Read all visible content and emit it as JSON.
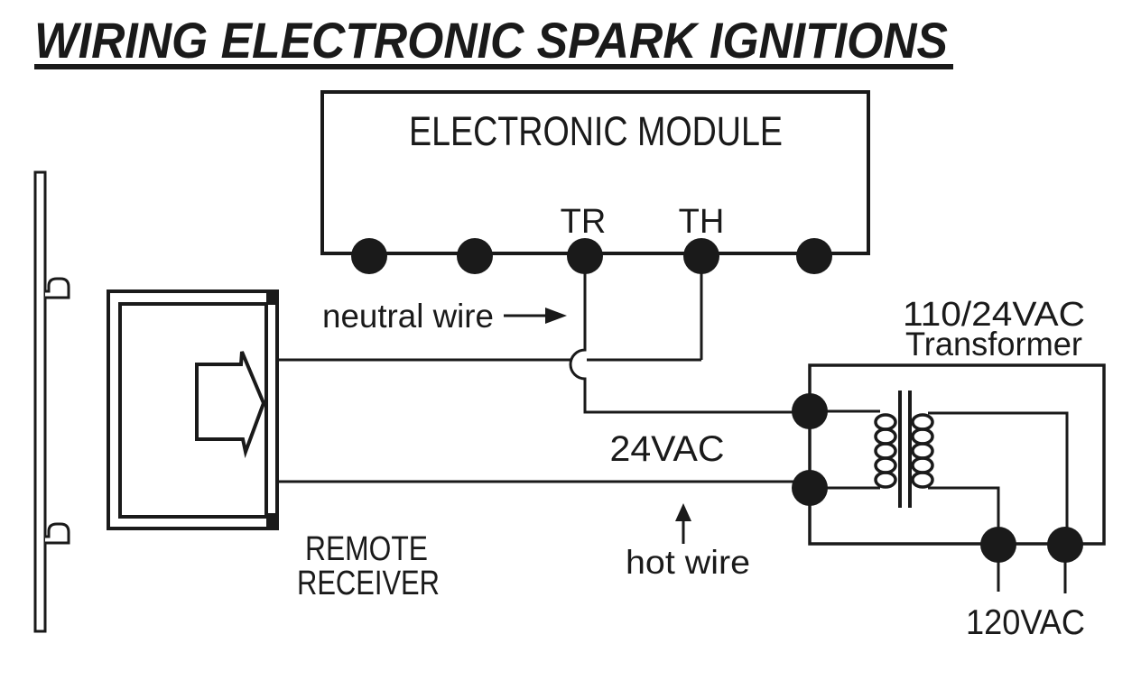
{
  "title": {
    "text": "WIRING ELECTRONIC SPARK IGNITIONS"
  },
  "module": {
    "label": "ELECTRONIC MODULE",
    "terminal_tr": "TR",
    "terminal_th": "TH",
    "terminal_count": 5
  },
  "receiver": {
    "label_line1": "REMOTE",
    "label_line2": "RECEIVER"
  },
  "transformer": {
    "label_line1": "110/24VAC",
    "label_line2": "Transformer"
  },
  "wires": {
    "neutral_label": "neutral wire",
    "hot_label": "hot wire",
    "voltage_secondary": "24VAC",
    "voltage_primary": "120VAC"
  },
  "colors": {
    "ink": "#1a1a1a",
    "background": "#ffffff"
  }
}
